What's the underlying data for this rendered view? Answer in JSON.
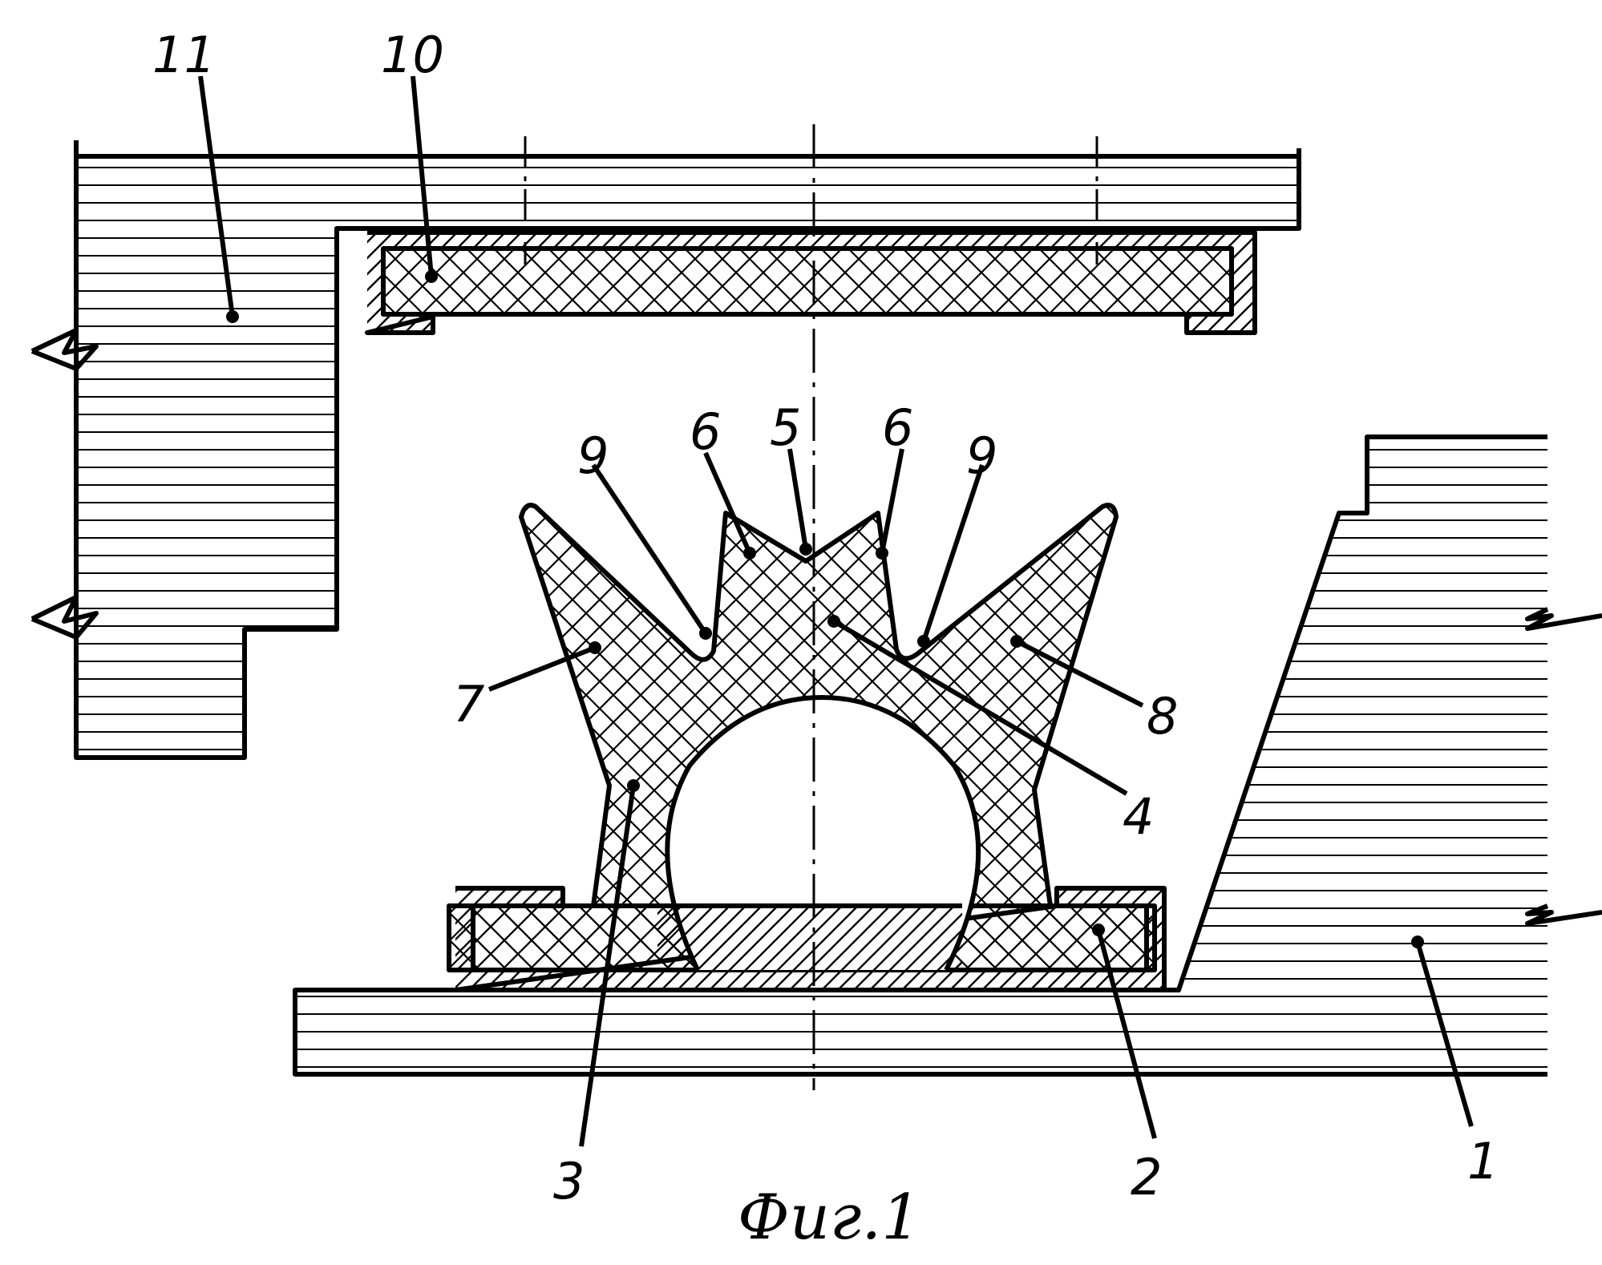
{
  "figure": {
    "caption": "Фиг.1",
    "labels": {
      "l1": "1",
      "l2": "2",
      "l3": "3",
      "l4": "4",
      "l5": "5",
      "l6a": "6",
      "l6b": "6",
      "l7": "7",
      "l8": "8",
      "l9a": "9",
      "l9b": "9",
      "l10": "10",
      "l11": "11"
    }
  },
  "colors": {
    "ink": "#000000",
    "paper": "#ffffff"
  }
}
